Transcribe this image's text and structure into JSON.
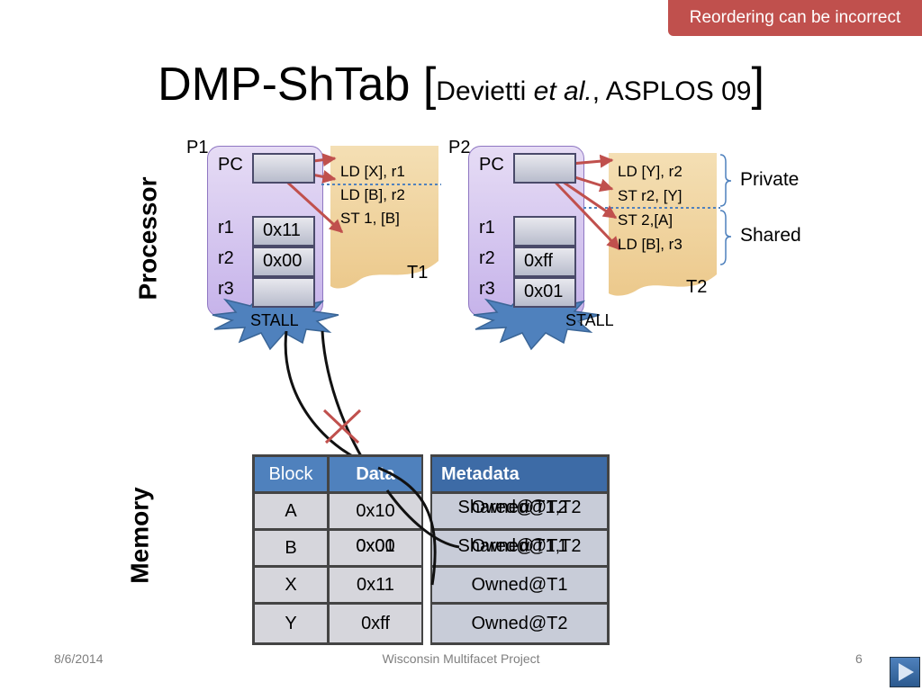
{
  "badge": "Reordering can be incorrect",
  "title": {
    "main": "DMP-ShTab [",
    "cite_authors": "Devietti ",
    "cite_etal": "et al.",
    "cite_venue": ", ASPLOS 09",
    "close": "]"
  },
  "labels": {
    "processor": "Processor",
    "memory": "Memory"
  },
  "p1": {
    "name": "P1",
    "pc": "PC",
    "regs": [
      {
        "name": "r1",
        "value": "0x11"
      },
      {
        "name": "r2",
        "value": "0x00"
      },
      {
        "name": "r3",
        "value": ""
      }
    ],
    "code": [
      "LD [X], r1",
      "LD [B], r2",
      "ST 1, [B]"
    ],
    "thread": "T1",
    "stall": "STALL"
  },
  "p2": {
    "name": "P2",
    "pc": "PC",
    "regs": [
      {
        "name": "r1",
        "value": ""
      },
      {
        "name": "r2",
        "value": "0xff"
      },
      {
        "name": "r3",
        "value": "0x01"
      }
    ],
    "code": [
      "LD [Y], r2",
      "ST r2, [Y]",
      "ST 2,[A]",
      "LD [B], r3"
    ],
    "thread": "T2",
    "stall": "STALL"
  },
  "brackets": {
    "private": "Private",
    "shared": "Shared"
  },
  "memory_table": {
    "headers": [
      "Block",
      "Data",
      "Metadata"
    ],
    "rows": [
      {
        "block": "A",
        "data": "0x10",
        "meta_back": "Shared@T1,T2",
        "meta_front": "Owned@T2"
      },
      {
        "block": "B",
        "data_back": "0x00",
        "data_front": "0x01",
        "meta_back": "Shared@T1,T2",
        "meta_front": "Owned@T1"
      },
      {
        "block": "X",
        "data": "0x11",
        "meta": "Owned@T1"
      },
      {
        "block": "Y",
        "data": "0xff",
        "meta": "Owned@T2"
      }
    ]
  },
  "footer": {
    "date": "8/6/2014",
    "center": "Wisconsin Multifacet Project",
    "page": "6"
  },
  "colors": {
    "badge": "#c0504d",
    "arrow": "#c0504d",
    "table_header": "#4f81bd",
    "card": "#d3c4ef",
    "code_bg": "#f2d6a2"
  }
}
